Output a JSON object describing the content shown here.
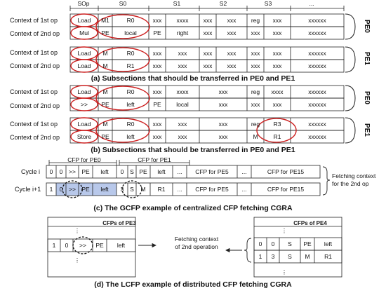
{
  "part_a": {
    "col_headers": [
      "SOp",
      "S0",
      "S1",
      "S2",
      "S3",
      "..."
    ],
    "rows": [
      {
        "label": "Context of 1st op",
        "cells": [
          "Load",
          "M1",
          "R0",
          "xxx",
          "xxxx",
          "xxx",
          "xxx",
          "reg",
          "xxx",
          "xxxxxx"
        ]
      },
      {
        "label": "Context of 2nd op",
        "cells": [
          "Mul",
          "PE",
          "local",
          "PE",
          "right",
          "xxx",
          "xxx",
          "xxx",
          "xxx",
          "xxxxxx"
        ]
      },
      {
        "label": "Context of 1st op",
        "cells": [
          "Load",
          "M",
          "R0",
          "xxx",
          "xxx",
          "xxx",
          "xxx",
          "xxx",
          "xxx",
          "xxxxxx"
        ]
      },
      {
        "label": "Context of 2nd op",
        "cells": [
          "Load",
          "M",
          "R1",
          "xxx",
          "xxx",
          "xxx",
          "xxx",
          "xxx",
          "xxx",
          "xxxxxx"
        ]
      }
    ],
    "brackets": [
      "PE0",
      "PE1"
    ],
    "caption": "(a) Subsections that should be transferred in PE0 and PE1"
  },
  "part_b": {
    "rows": [
      {
        "label": "Context of 1st op",
        "cells": [
          "Load",
          "M",
          "R0",
          "xxx",
          "xxxx",
          "xxx",
          "reg",
          "xxxx",
          "xxxxxx"
        ]
      },
      {
        "label": "Context of 2nd op",
        "cells": [
          ">>",
          "PE",
          "left",
          "PE",
          "local",
          "xxx",
          "xxx",
          "xxx",
          "xxxxxx"
        ]
      },
      {
        "label": "Context of 1st op",
        "cells": [
          "Load",
          "M",
          "R0",
          "xxx",
          "xxx",
          "xxx",
          "reg",
          "R3",
          "xxxxxx"
        ]
      },
      {
        "label": "Context of 2nd op",
        "cells": [
          "Store",
          "PE",
          "left",
          "xxx",
          "xxx",
          "xxx",
          "M",
          "R1",
          "xxxxxx"
        ]
      }
    ],
    "brackets": [
      "PE0",
      "PE1"
    ],
    "caption": "(b) Subsections that should be transferred in PE0 and PE1"
  },
  "part_c": {
    "cfp_headers": [
      "CFP for PE0",
      "CFP for PE1"
    ],
    "cycle_i": {
      "label": "Cycle i",
      "cells": [
        "0",
        "0",
        ">>",
        "PE",
        "left",
        "0",
        "S",
        "PE",
        "left",
        "...",
        "CFP for PE5",
        "...",
        "CFP for PE15"
      ]
    },
    "cycle_i1": {
      "label": "Cycle i+1",
      "cells": [
        "1",
        "0",
        ">>",
        "PE",
        "left",
        "3",
        "S",
        "M",
        "R1",
        "...",
        "CFP for PE5",
        "...",
        "CFP for PE15"
      ]
    },
    "note": [
      "Fetching context",
      "for the 2nd op"
    ],
    "caption": "(c) The GCFP example of centralized CFP fetching CGRA"
  },
  "part_d": {
    "pe3_title": "CFPs of PE3",
    "pe3_row": [
      "1",
      "0",
      ">>",
      "PE",
      "left"
    ],
    "pe4_title": "CFPs of PE4",
    "pe4_rows": [
      [
        "0",
        "0",
        "S",
        "PE",
        "left"
      ],
      [
        "1",
        "3",
        "S",
        "M",
        "R1"
      ]
    ],
    "dots": "⋮",
    "note": [
      "Fetching context",
      "of 2nd operation"
    ],
    "caption": "(d) The LCFP example of distributed CFP fetching CGRA"
  },
  "colors": {
    "ellipse": "#cc1f1f",
    "highlight": "#b8c8ea",
    "line": "#222222"
  }
}
